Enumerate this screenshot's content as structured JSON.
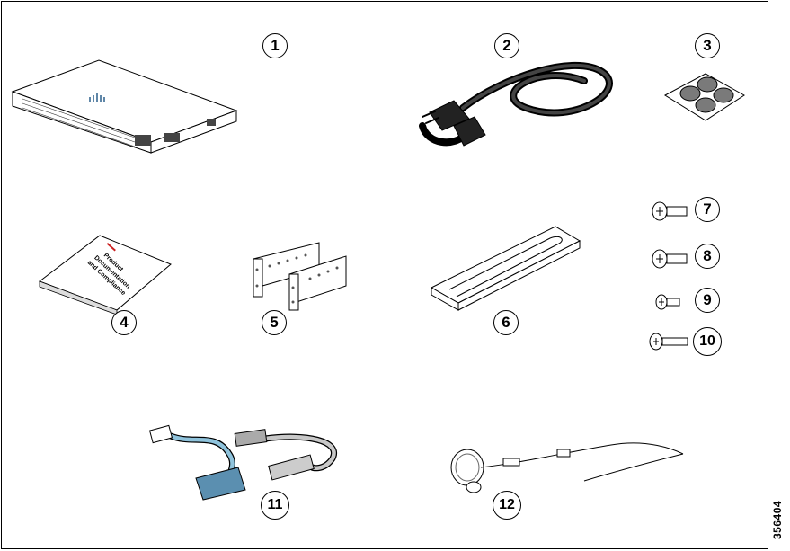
{
  "callouts": {
    "c1": "1",
    "c2": "2",
    "c3": "3",
    "c4": "4",
    "c5": "5",
    "c6": "6",
    "c7": "7",
    "c8": "8",
    "c9": "9",
    "c10": "10",
    "c11": "11",
    "c12": "12"
  },
  "figure_id": "356404",
  "documentation": {
    "line1": "Product",
    "line2": "Documentation",
    "line3": "and Compliance"
  },
  "colors": {
    "cable_blue": "#8fc3dc",
    "cable_gray": "#c8c8c8",
    "connector_blue": "#5b8fb0",
    "line": "#000000"
  }
}
